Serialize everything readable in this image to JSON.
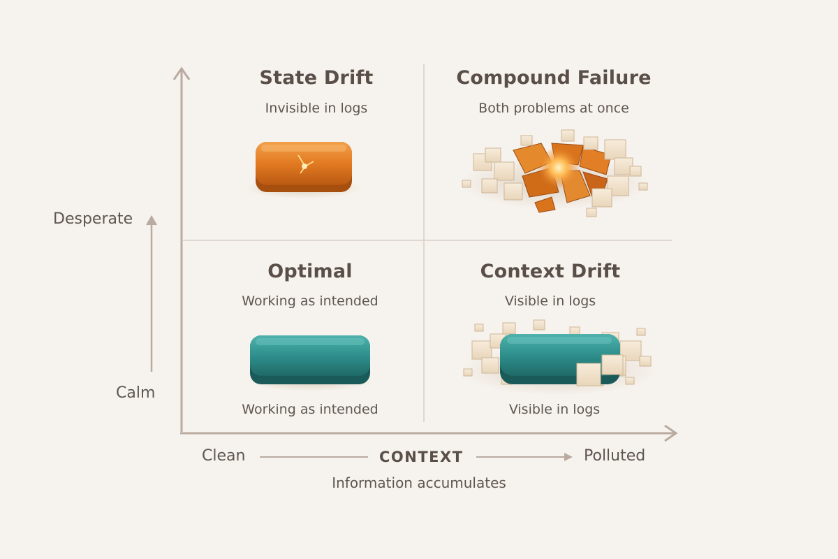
{
  "y_axis": {
    "top_label": "Desperate",
    "bottom_label": "Calm"
  },
  "x_axis": {
    "left_label": "Clean",
    "title": "CONTEXT",
    "right_label": "Polluted",
    "note": "Information accumulates"
  },
  "quadrants": {
    "top_left": {
      "title": "State Drift",
      "subtitle": "Invisible in logs"
    },
    "top_right": {
      "title": "Compound Failure",
      "subtitle": "Both problems at once"
    },
    "bottom_left": {
      "title": "Optimal",
      "subtitle": "Working as intended",
      "caption": "Working as intended"
    },
    "bottom_right": {
      "title": "Context Drift",
      "subtitle": "Visible in logs",
      "caption": "Visible in logs"
    }
  },
  "colors": {
    "axis": "#b9aba0",
    "grid": "#d8cec6",
    "orange": "#e07a24",
    "teal": "#2e8f8c",
    "cube": "#ecdcc4"
  }
}
